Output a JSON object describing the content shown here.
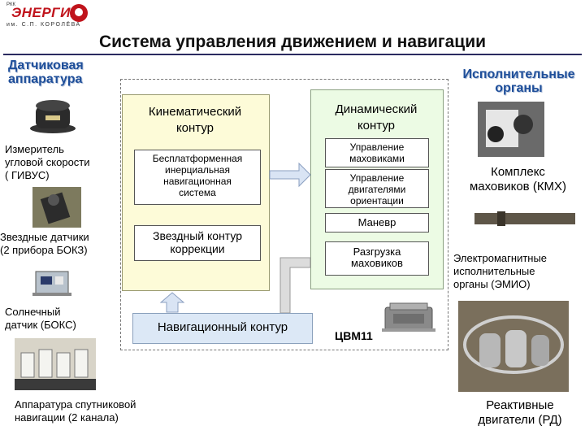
{
  "logo": {
    "small": "РКК",
    "name": "ЭНЕРГИЯ",
    "sub": "им. С.П. КОРОЛЁВА"
  },
  "title": "Система управления движением и навигации",
  "left_heading": [
    "Датчиковая",
    "аппаратура"
  ],
  "right_heading": [
    "Исполнительные",
    "органы"
  ],
  "kinematic": {
    "title": [
      "Кинематический",
      "контур"
    ],
    "bins": [
      "Бесплатформенная",
      "инерциальная",
      "навигационная",
      "система"
    ],
    "stellar": [
      "Звездный контур",
      "коррекции"
    ]
  },
  "dynamic": {
    "title": [
      "Динамический",
      "контур"
    ],
    "wheels": [
      "Управление",
      "маховиками"
    ],
    "engines": [
      "Управление",
      "двигателями",
      "ориентации"
    ],
    "maneuver": "Маневр",
    "unload": [
      "Разгрузка",
      "маховиков"
    ]
  },
  "nav_contour": "Навигационный контур",
  "computer": "ЦВМ11",
  "sensors": {
    "gyro": [
      "Измеритель",
      "угловой скорости",
      "( ГИВУС)"
    ],
    "star": [
      "Звездные датчики",
      "(2 прибора БОКЗ)"
    ],
    "sun": [
      "Солнечный",
      "датчик  (БОКС)"
    ],
    "gnss": [
      "Аппаратура спутниковой",
      "навигации (2 канала)"
    ]
  },
  "actuators": {
    "kmx": [
      "Комплекс",
      "маховиков (КМХ)"
    ],
    "emio": [
      "Электромагнитные",
      "исполнительные",
      "органы (ЭМИО)"
    ],
    "rd": [
      "Реактивные",
      "двигатели (РД)"
    ]
  },
  "colors": {
    "heading_blue": "#1f4f9a",
    "kinematic_fill": "#fdfbd8",
    "dynamic_fill": "#ecfbe4",
    "nav_fill": "#dce8f6",
    "logo_red": "#c0141c"
  }
}
